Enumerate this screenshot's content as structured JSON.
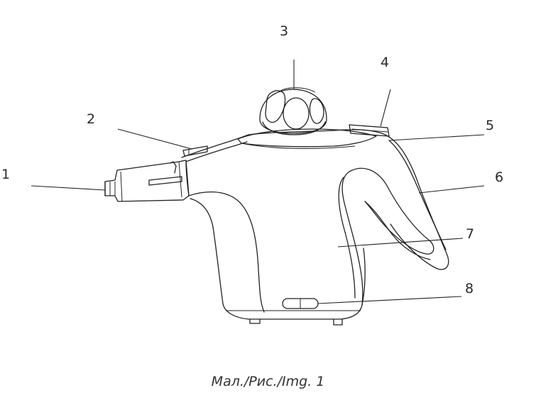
{
  "figure": {
    "caption": "Мал./Рис./Img. 1",
    "callouts": [
      {
        "number": "1"
      },
      {
        "number": "2"
      },
      {
        "number": "3"
      },
      {
        "number": "4"
      },
      {
        "number": "5"
      },
      {
        "number": "6"
      },
      {
        "number": "7"
      },
      {
        "number": "8"
      }
    ]
  }
}
